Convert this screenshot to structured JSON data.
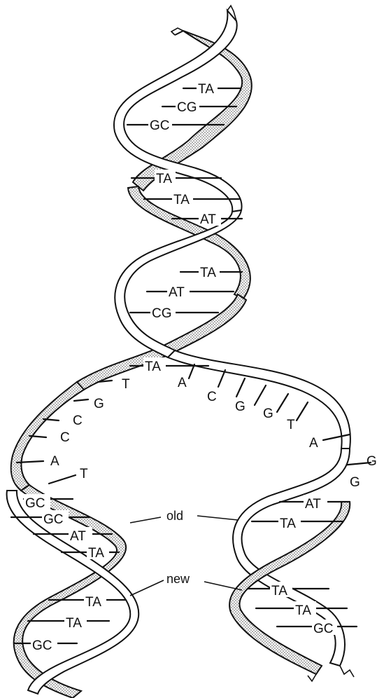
{
  "diagram": {
    "top_helix_pairs": [
      "TA",
      "CG",
      "GC",
      "TA",
      "TA",
      "AT",
      "TA",
      "AT",
      "CG",
      "TA"
    ],
    "left_unzipped_bases": [
      "T",
      "G",
      "C",
      "C",
      "A",
      "T"
    ],
    "right_unzipped_bases": [
      "A",
      "C",
      "G",
      "G",
      "T",
      "A",
      "G",
      "G"
    ],
    "left_daughter_pairs": [
      "GC",
      "GC",
      "AT",
      "TA",
      "TA",
      "TA",
      "GC"
    ],
    "right_daughter_pairs": [
      "AT",
      "TA",
      "TA",
      "TA",
      "GC"
    ],
    "callouts": {
      "old": "old",
      "new": "new"
    },
    "colors": {
      "ink": "#111111",
      "paper": "#ffffff",
      "stipple": "#9a9a9a"
    }
  }
}
